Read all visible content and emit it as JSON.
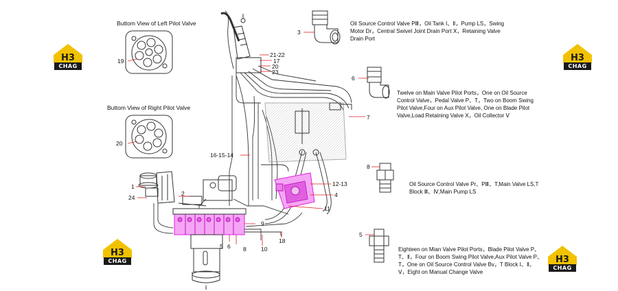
{
  "titles": {
    "left_view": "Buttom View of Left Pilot Valve",
    "right_view": "Buttom View of Right Pilot Valve"
  },
  "notes": {
    "n3": "Oil Source Control Valve PⅢ，Oil Tank Ⅰ、Ⅱ，Pump LS，Swing Motor Dr，Central Swivel Joint Drain Port Ⅹ，Retaining Valve Drain Port",
    "n6": "Twelve on Main Valve Pilot Ports，One on Oil Source Control Valve，Pedal Valve P、T，Two on Boom Swing Pilot Valve,Four on Aux Pilot Valve, One on Blade Pilot Valve,Load Retaining Valve X，Oil Collector Ⅴ",
    "n8": "Oil Source Control Valve Pr、PⅢ、T,Main Valve LS,T Block Ⅲ、Ⅳ,Main Pump LS",
    "n5": "Eighteen on Mian Valve Pilot Ports，Blade Pilot Valve P、T、Ⅱ，Four on Boom Swing Pilot Valve,Aux Pilot Valve P、T，One on Oil Source Control Valve Bv，T Block Ⅰ、Ⅱ、Ⅴ，Eight on Manual Change Valve"
  },
  "callouts": {
    "c3": "3",
    "c19": "19",
    "c20": "20",
    "c6": "6",
    "c7": "7",
    "c8": "8",
    "c5": "5",
    "c21_22": "21-22",
    "c17": "17",
    "c20b": "20",
    "c23": "23",
    "c16_15_14": "16-15-14",
    "c12_13": "12-13",
    "c4": "4",
    "c11": "11",
    "c1": "1",
    "c24": "24",
    "c2": "2",
    "c9": "9",
    "c5b": "5",
    "c6b": "6",
    "c8b": "8",
    "c10": "10",
    "c18": "18"
  },
  "logos": {
    "brand_mark": "H3",
    "brand_text": "CHAG"
  },
  "colors": {
    "highlight": "#e020e0",
    "logo_yellow": "#f2c200",
    "logo_dark": "#1a1a1a",
    "line": "#333333"
  }
}
